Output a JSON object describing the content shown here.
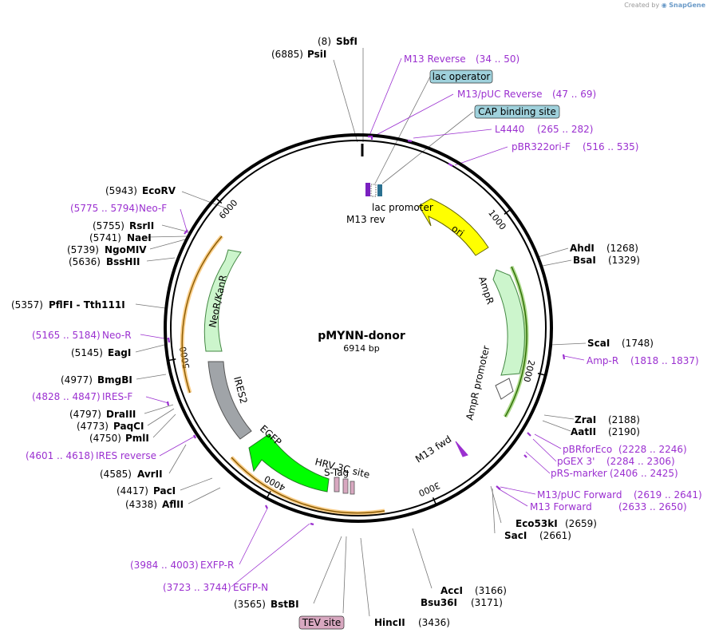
{
  "credit": {
    "created_by": "Created by",
    "brand": "SnapGene"
  },
  "plasmid": {
    "name": "pMYNN-donor",
    "length_label": "6914 bp",
    "length": 6914
  },
  "ticks": [
    "1000",
    "2000",
    "3000",
    "4000",
    "5000",
    "6000"
  ],
  "colors": {
    "site": "#000000",
    "primer": "#9b30d0",
    "ori": "#ffff00",
    "ampr": "#ccf5cc",
    "neo": "#ccf5cc",
    "egfp": "#00ff00",
    "ires": "#a0a4a8",
    "feature_box": "#9fd1dc",
    "tev_box": "#d8a8c0",
    "orange": "#f4a52a"
  },
  "sites": [
    {
      "name": "SbfI",
      "pos": "(8)"
    },
    {
      "name": "PsiI",
      "pos": "(6885)"
    },
    {
      "name": "EcoRV",
      "pos": "(5943)"
    },
    {
      "name": "RsrII",
      "pos": "(5755)"
    },
    {
      "name": "NaeI",
      "pos": "(5741)"
    },
    {
      "name": "NgoMIV",
      "pos": "(5739)"
    },
    {
      "name": "BssHII",
      "pos": "(5636)"
    },
    {
      "name": "PflFI - Tth111I",
      "pos": "(5357)"
    },
    {
      "name": "EagI",
      "pos": "(5145)"
    },
    {
      "name": "BmgBI",
      "pos": "(4977)"
    },
    {
      "name": "DraIII",
      "pos": "(4797)"
    },
    {
      "name": "PaqCI",
      "pos": "(4773)"
    },
    {
      "name": "PmlI",
      "pos": "(4750)"
    },
    {
      "name": "AvrII",
      "pos": "(4585)"
    },
    {
      "name": "PacI",
      "pos": "(4417)"
    },
    {
      "name": "AflII",
      "pos": "(4338)"
    },
    {
      "name": "BstBI",
      "pos": "(3565)"
    },
    {
      "name": "HincII",
      "pos": "(3436)"
    },
    {
      "name": "AccI",
      "pos": "(3166)"
    },
    {
      "name": "Bsu36I",
      "pos": "(3171)"
    },
    {
      "name": "Eco53kI",
      "pos": "(2659)"
    },
    {
      "name": "SacI",
      "pos": "(2661)"
    },
    {
      "name": "ZraI",
      "pos": "(2188)"
    },
    {
      "name": "AatII",
      "pos": "(2190)"
    },
    {
      "name": "ScaI",
      "pos": "(1748)"
    },
    {
      "name": "AhdI",
      "pos": "(1268)"
    },
    {
      "name": "BsaI",
      "pos": "(1329)"
    }
  ],
  "primers": [
    {
      "name": "M13 Reverse",
      "range": "(34 .. 50)"
    },
    {
      "name": "M13/pUC Reverse",
      "range": "(47 .. 69)"
    },
    {
      "name": "L4440",
      "range": "(265 .. 282)"
    },
    {
      "name": "pBR322ori-F",
      "range": "(516 .. 535)"
    },
    {
      "name": "Amp-R",
      "range": "(1818 .. 1837)"
    },
    {
      "name": "pBRforEco",
      "range": "(2228 .. 2246)"
    },
    {
      "name": "pGEX 3'",
      "range": "(2284 .. 2306)"
    },
    {
      "name": "pRS-marker",
      "range": "(2406 .. 2425)"
    },
    {
      "name": "M13/pUC Forward",
      "range": "(2619 .. 2641)"
    },
    {
      "name": "M13 Forward",
      "range": "(2633 .. 2650)"
    },
    {
      "name": "Neo-F",
      "range": "(5775 .. 5794)"
    },
    {
      "name": "Neo-R",
      "range": "(5165 .. 5184)"
    },
    {
      "name": "IRES-F",
      "range": "(4828 .. 4847)"
    },
    {
      "name": "IRES reverse",
      "range": "(4601 .. 4618)"
    },
    {
      "name": "EXFP-R",
      "range": "(3984 .. 4003)"
    },
    {
      "name": "EGFP-N",
      "range": "(3723 .. 3744)"
    }
  ],
  "boxed_features": [
    "lac operator",
    "CAP binding site",
    "TEV site"
  ],
  "feature_labels": [
    "lac promoter",
    "M13 rev",
    "ori",
    "AmpR",
    "AmpR promoter",
    "M13 fwd",
    "HRV 3C site",
    "S-Tag",
    "EGFP",
    "IRES2",
    "NeoR/KanR"
  ]
}
